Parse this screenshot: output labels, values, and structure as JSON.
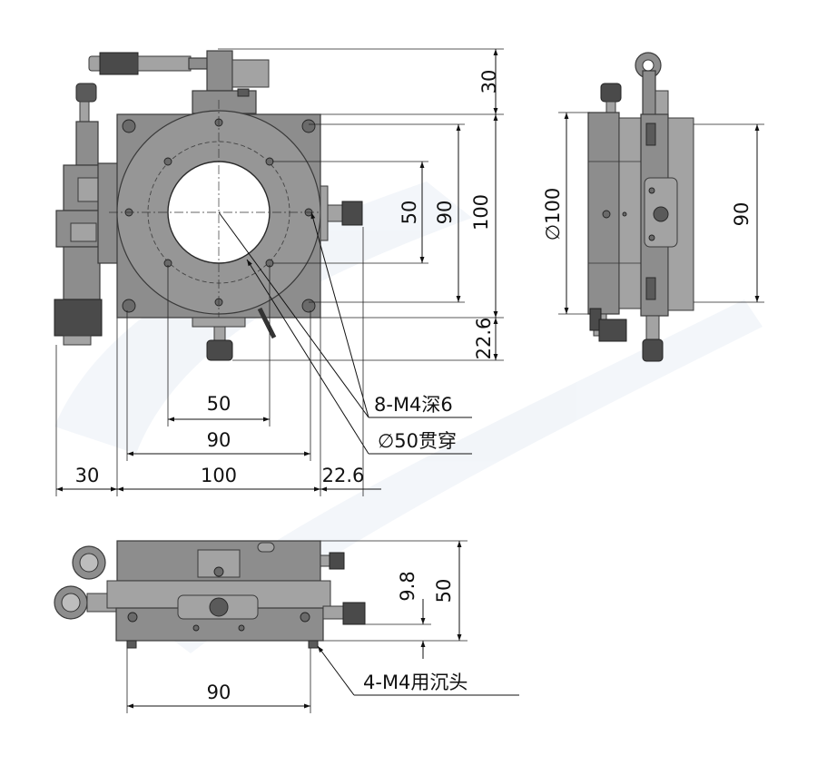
{
  "views": {
    "top": {
      "dims": {
        "d30_top": "30",
        "d50_vert": "50",
        "d90_vert": "90",
        "d100_vert": "100",
        "d22_6_vert": "22.6",
        "d50_horiz": "50",
        "d90_horiz": "90",
        "d30_horiz": "30",
        "d100_horiz": "100",
        "d22_6_horiz": "22.6"
      },
      "callouts": {
        "tapped_holes": "8-M4深6",
        "through_bore": "∅50贯穿"
      }
    },
    "side": {
      "dims": {
        "diameter_100": "∅100",
        "d90": "90"
      }
    },
    "front": {
      "dims": {
        "d9_8": "9.8",
        "d50": "50",
        "d90": "90"
      },
      "callouts": {
        "counterbore": "4-M4用沉头"
      }
    }
  },
  "colors": {
    "body": "#8d8d8d",
    "dark": "#5a5a5a",
    "line": "#111111"
  }
}
